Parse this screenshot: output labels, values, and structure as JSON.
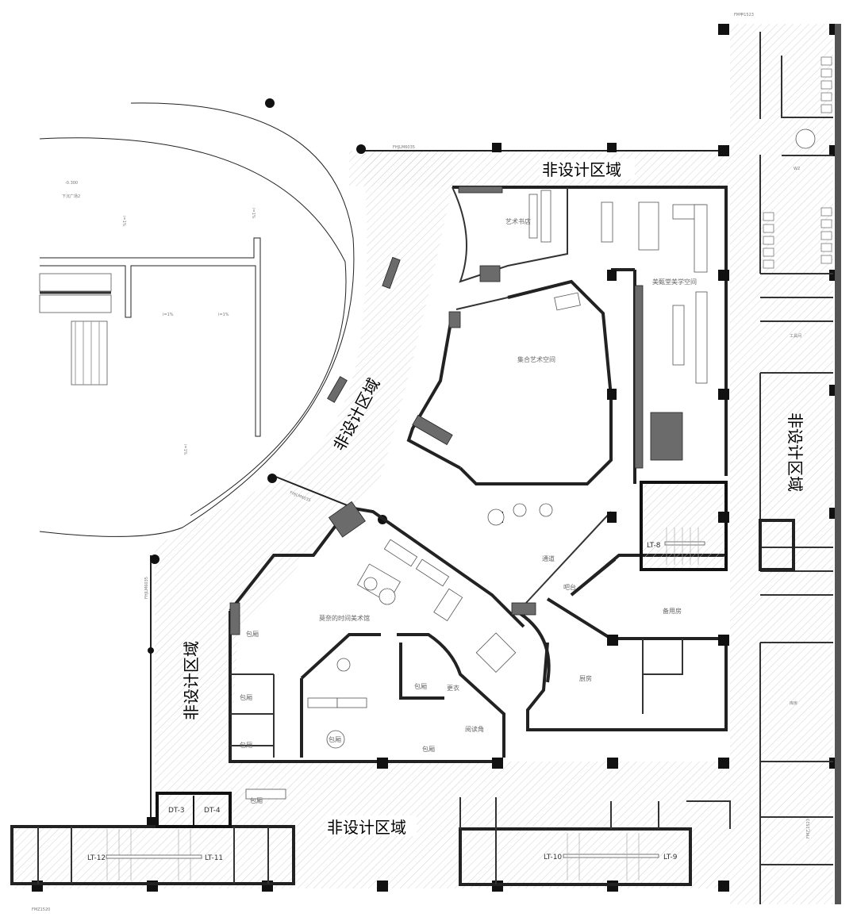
{
  "plan": {
    "non_design_zone": "非设计区域",
    "plaza_level": "-0.300",
    "plaza_name": "下沉广场2",
    "slope": "i=1%",
    "fire_shutter": "FHJLM6035",
    "rooms": {
      "art_bookstore": "艺术书店",
      "aesthetics_space": "美甄堂美学空间",
      "collective_art_space": "集合艺术空间",
      "monet_museum": "莫奈的时间美术馆",
      "private_room": "包厢",
      "reading_corner": "阅读角",
      "changing_room": "更衣",
      "passage": "通道",
      "bar": "吧台",
      "spare_room": "备用房",
      "kitchen": "厨房",
      "restroom_w2": "W2",
      "storage": "库房",
      "tool_room": "工具间"
    },
    "stairs": [
      "LT-8",
      "LT-9",
      "LT-10",
      "LT-11",
      "LT-12"
    ],
    "elevators": [
      "DT-3",
      "DT-4"
    ],
    "doors": [
      "FM乙1523",
      "FM甲1523",
      "FMZ1520"
    ]
  }
}
